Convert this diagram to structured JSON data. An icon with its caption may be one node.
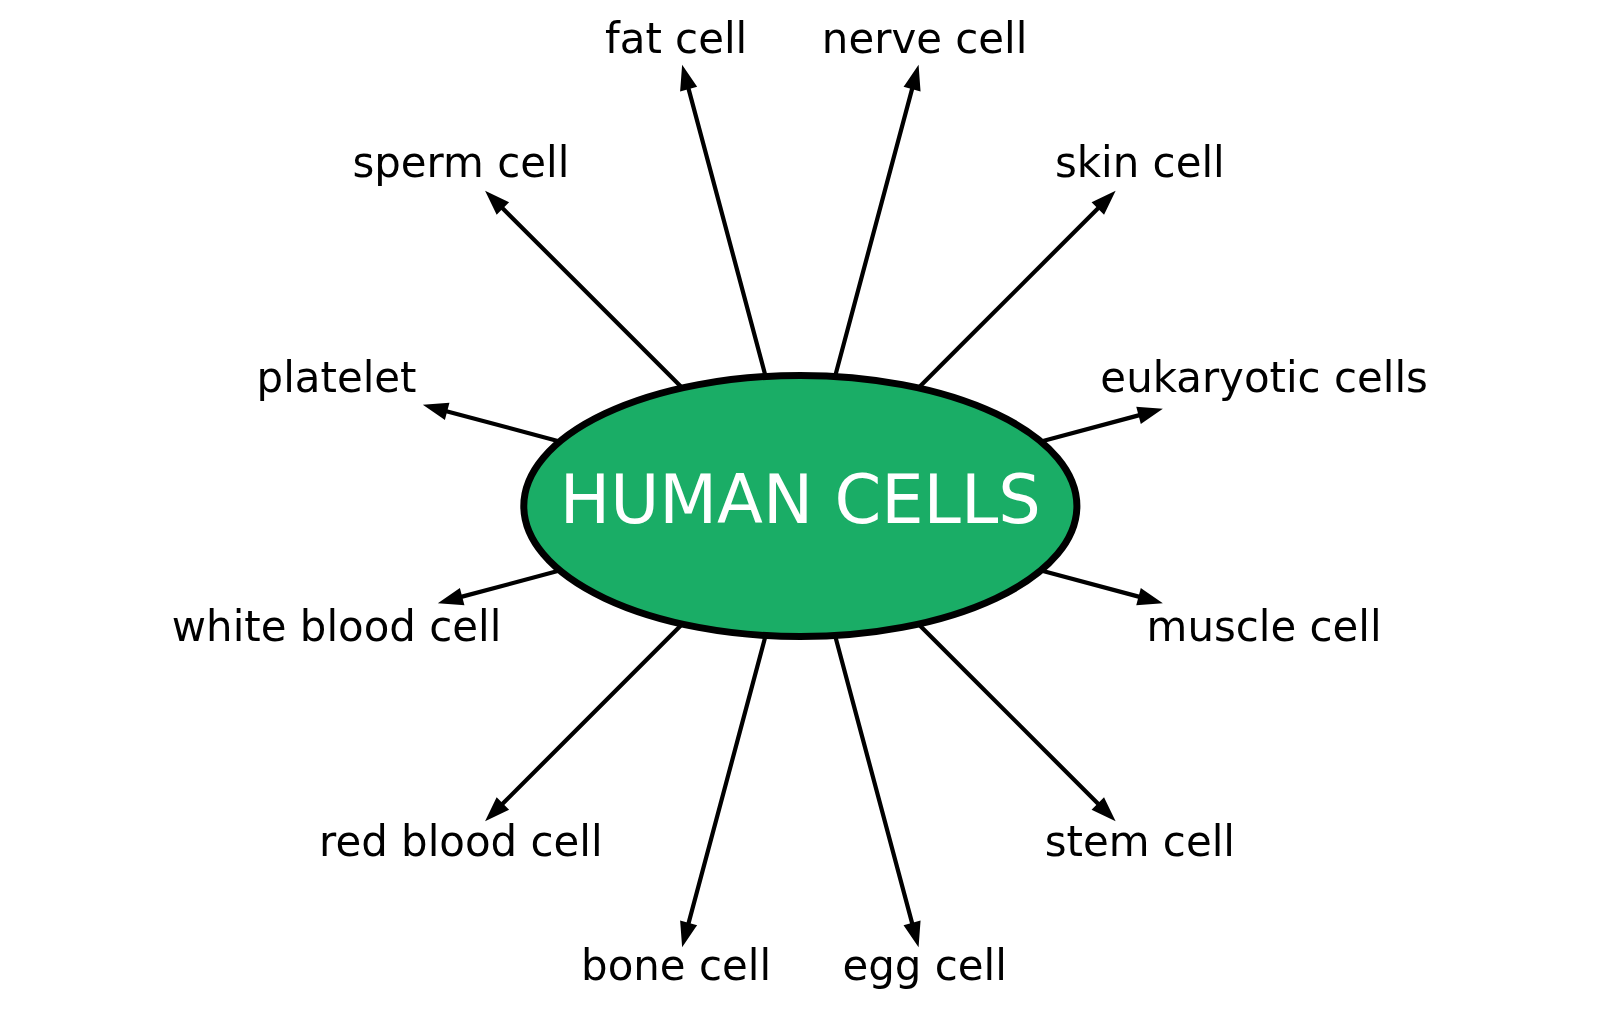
{
  "diagram": {
    "nodes": [
      {
        "text": [
          "HUMAN CELLS"
        ]
      },
      {
        "text": [
          "eukaryotic cells"
        ]
      },
      {
        "text": [
          "skin cell"
        ]
      },
      {
        "text": [
          "nerve cell"
        ]
      },
      {
        "text": [
          "fat cell"
        ]
      },
      {
        "text": [
          "sperm cell"
        ]
      },
      {
        "text": [
          "platelet"
        ]
      },
      {
        "text": [
          "white blood cell"
        ]
      },
      {
        "text": [
          "red blood cell"
        ]
      },
      {
        "text": [
          "bone cell"
        ]
      },
      {
        "text": [
          "egg cell"
        ]
      },
      {
        "text": [
          "stem cell"
        ]
      },
      {
        "text": [
          "muscle cell"
        ]
      }
    ],
    "edges": [
      {
        "from": 0,
        "to": 1,
        "arrow": "to"
      },
      {
        "from": 0,
        "to": 2,
        "arrow": "to"
      },
      {
        "from": 0,
        "to": 3,
        "arrow": "to"
      },
      {
        "from": 0,
        "to": 4,
        "arrow": "to"
      },
      {
        "from": 0,
        "to": 5,
        "arrow": "to"
      },
      {
        "from": 0,
        "to": 6,
        "arrow": "to"
      },
      {
        "from": 0,
        "to": 7,
        "arrow": "to"
      },
      {
        "from": 0,
        "to": 8,
        "arrow": "to"
      },
      {
        "from": 0,
        "to": 9,
        "arrow": "to"
      },
      {
        "from": 0,
        "to": 10,
        "arrow": "to"
      },
      {
        "from": 0,
        "to": 11,
        "arrow": "to"
      },
      {
        "from": 0,
        "to": 12,
        "arrow": "to"
      }
    ]
  }
}
